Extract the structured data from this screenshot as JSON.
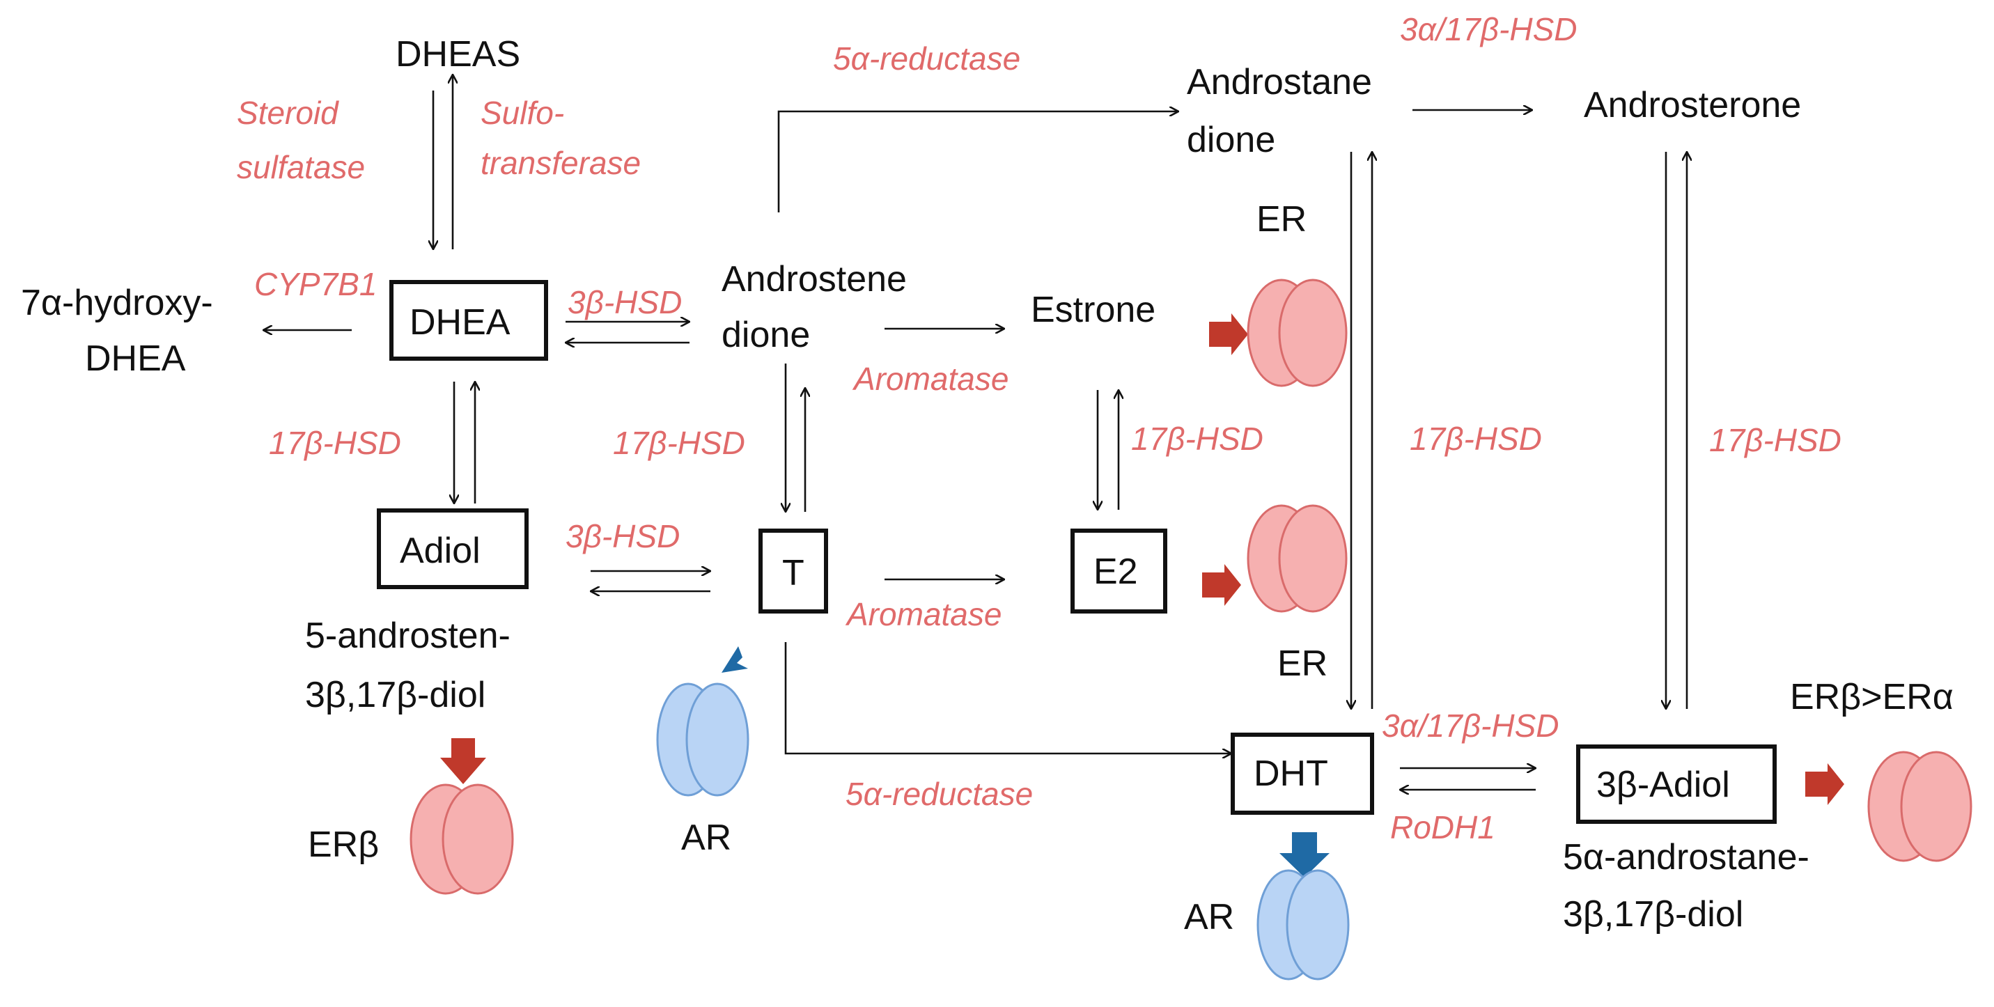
{
  "nodes": {
    "dheas": "DHEAS",
    "dhea": "DHEA",
    "hydroxy_line1": "7α-hydroxy-",
    "hydroxy_line2": "DHEA",
    "androstenedione_line1": "Androstene",
    "androstenedione_line2": "dione",
    "androstanedione_line1": "Androstane",
    "androstanedione_line2": "dione",
    "androsterone": "Androsterone",
    "estrone": "Estrone",
    "e2": "E2",
    "adiol": "Adiol",
    "adiol_name_line1": "5-androsten-",
    "adiol_name_line2": "3β,17β-diol",
    "t": "T",
    "dht": "DHT",
    "adiol_3b": "3β-Adiol",
    "adiol_3b_name_line1": "5α-androstane-",
    "adiol_3b_name_line2": "3β,17β-diol"
  },
  "enzymes": {
    "steroid_sulfatase_line1": "Steroid",
    "steroid_sulfatase_line2": "sulfatase",
    "sulfotransferase_line1": "Sulfo-",
    "sulfotransferase_line2": "transferase",
    "cyp7b1": "CYP7B1",
    "hsd3b_dhea": "3β-HSD",
    "hsd17b_dhea": "17β-HSD",
    "hsd3b_adiol": "3β-HSD",
    "hsd17b_androstenedione": "17β-HSD",
    "reductase_top": "5α-reductase",
    "aromatase_top": "Aromatase",
    "aromatase_bottom": "Aromatase",
    "hsd17b_estrone": "17β-HSD",
    "hsd3a17b_top": "3α/17β-HSD",
    "hsd17b_androstanedione": "17β-HSD",
    "hsd17b_androsterone": "17β-HSD",
    "reductase_bottom": "5α-reductase",
    "hsd3a17b_bottom": "3α/17β-HSD",
    "rodh1": "RoDH1"
  },
  "receptors": {
    "er_estrone": "ER",
    "er_dht": "ER",
    "er_beta": "ERβ",
    "ar_t": "AR",
    "ar_dht": "AR",
    "erb_era": "ERβ>ERα"
  },
  "colors": {
    "enzyme_text": "#e06a6a",
    "er_receptor_fill": "#f6b0b0",
    "er_receptor_stroke": "#d96b6b",
    "ar_receptor_fill": "#b9d4f5",
    "ar_receptor_stroke": "#6f9fd6",
    "er_arrow": "#c0392b",
    "ar_arrow": "#1f6aa5"
  }
}
